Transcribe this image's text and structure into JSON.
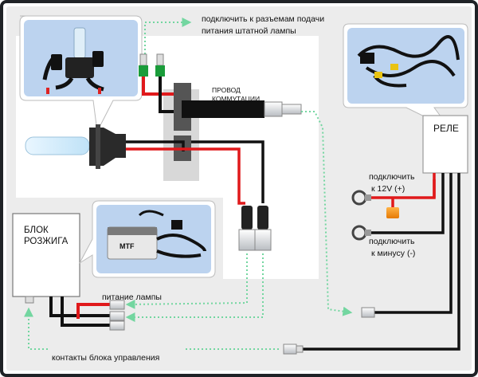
{
  "labels": {
    "connect_to_socket_1": "подключить к разъемам  подачи",
    "connect_to_socket_2": "питания штатной лампы",
    "wire_1": "ПРОВОД",
    "wire_2": "КОММУТАЦИИ",
    "relay": "РЕЛЕ",
    "plus12_1": "подключить",
    "plus12_2": "к 12V (+)",
    "minus_1": "подключить",
    "minus_2": "к минусу (-)",
    "ignition_1": "БЛОК",
    "ignition_2": "РОЗЖИГА",
    "lamp_power": "питание лампы",
    "control_contacts": "контакты блока управления",
    "mtf_logo": "MTF"
  },
  "colors": {
    "frame": "#1f2226",
    "panel_bg": "#ececec",
    "inner_bg": "#ffffff",
    "wire_red": "#e0191b",
    "wire_black": "#111111",
    "wire_green": "#1a9c3a",
    "dotted_arrow": "#73d6a0",
    "callout_blue": "#bcd3ef",
    "relay_box": "#ffffff",
    "fuse_orange": "#f28c13"
  }
}
